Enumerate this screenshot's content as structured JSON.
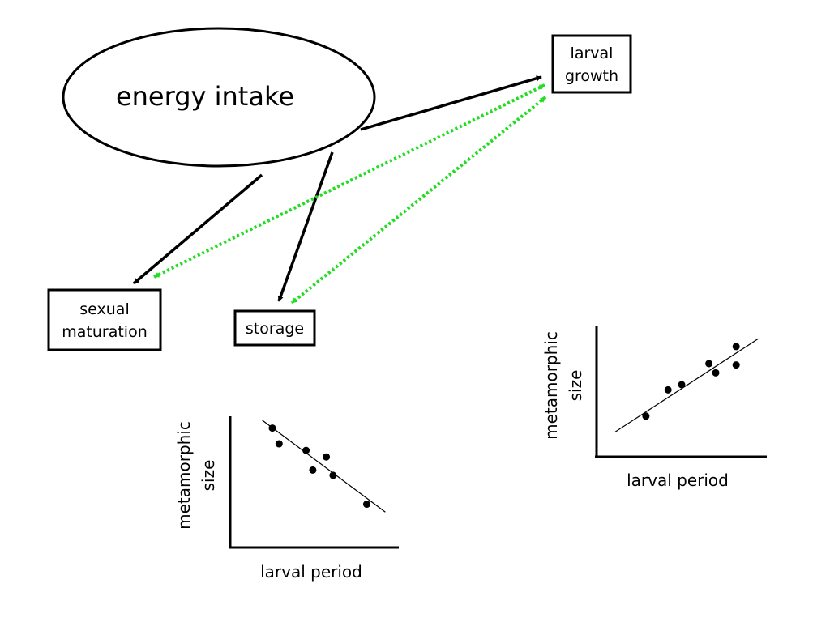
{
  "nodes": {
    "energy_intake": "energy intake",
    "larval_growth": [
      "larval",
      "growth"
    ],
    "sexual_maturation": [
      "sexual",
      "maturation"
    ],
    "storage": "storage"
  },
  "colors": {
    "arrow": "#000000",
    "tradeoff": "#22dd22"
  },
  "chart_data": [
    {
      "type": "scatter",
      "title": "",
      "xlabel": "larval period",
      "ylabel": [
        "metamorphic",
        "size"
      ],
      "xlim": [
        0,
        10
      ],
      "ylim": [
        0,
        10
      ],
      "points": [
        {
          "x": 2.5,
          "y": 9.1
        },
        {
          "x": 2.9,
          "y": 7.9
        },
        {
          "x": 4.5,
          "y": 7.4
        },
        {
          "x": 4.9,
          "y": 5.9
        },
        {
          "x": 5.7,
          "y": 6.9
        },
        {
          "x": 6.1,
          "y": 5.5
        },
        {
          "x": 8.1,
          "y": 3.3
        }
      ],
      "trendline": [
        [
          1.9,
          9.7
        ],
        [
          9.2,
          2.7
        ]
      ]
    },
    {
      "type": "scatter",
      "title": "",
      "xlabel": "larval period",
      "ylabel": [
        "metamorphic",
        "size"
      ],
      "xlim": [
        0,
        10
      ],
      "ylim": [
        0,
        10
      ],
      "points": [
        {
          "x": 2.9,
          "y": 3.1
        },
        {
          "x": 4.2,
          "y": 5.1
        },
        {
          "x": 5.0,
          "y": 5.5
        },
        {
          "x": 6.6,
          "y": 7.1
        },
        {
          "x": 7.0,
          "y": 6.4
        },
        {
          "x": 8.2,
          "y": 8.4
        },
        {
          "x": 8.2,
          "y": 7.0
        }
      ],
      "trendline": [
        [
          1.1,
          1.9
        ],
        [
          9.5,
          9.0
        ]
      ]
    }
  ]
}
